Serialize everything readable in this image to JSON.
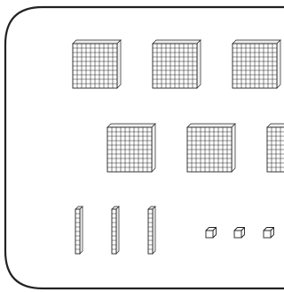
{
  "figure": {
    "frame": "rounded-rectangle",
    "colors": {
      "stroke": "#222222",
      "face": "#ffffff",
      "side": "#f2f2f2",
      "top": "#eeeeee"
    },
    "base_ten_blocks": [
      {
        "kind": "hundreds-flat",
        "count": 6
      },
      {
        "kind": "tens-rod",
        "count": 3
      },
      {
        "kind": "ones-cube",
        "count": 3
      }
    ]
  }
}
